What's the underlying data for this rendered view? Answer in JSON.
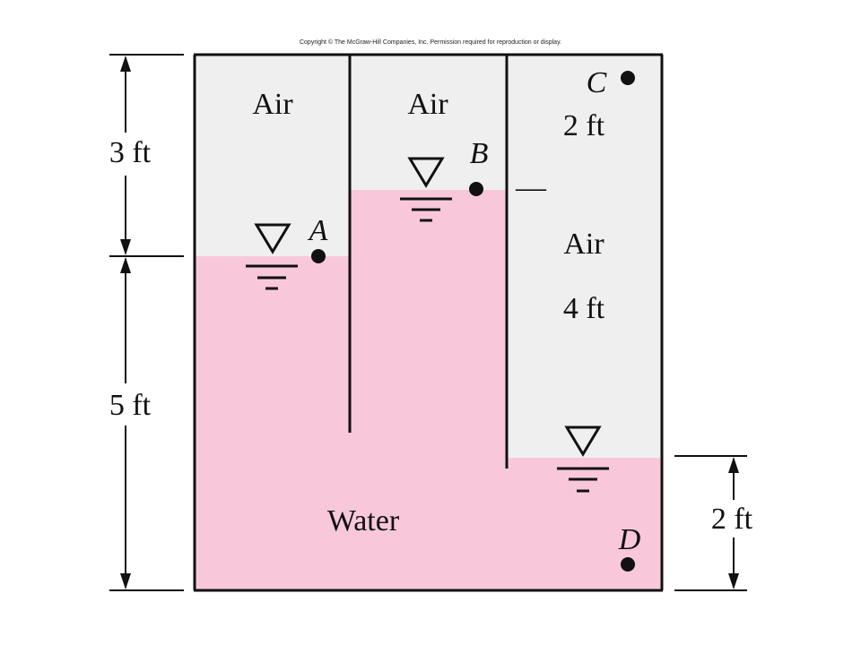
{
  "copyright": "Copyright © The McGraw-Hill Companies, Inc. Permission required for reproduction or display.",
  "colors": {
    "air": "#efefef",
    "water": "#f8c8da",
    "line": "#111111"
  },
  "labels": {
    "air_left": "Air",
    "air_middle": "Air",
    "air_right": "Air",
    "water": "Water",
    "dist_3ft": "3 ft",
    "dist_5ft": "5 ft",
    "dist_2ft_right": "2 ft",
    "dist_2ft_top": "2 ft",
    "dist_4ft": "4 ft",
    "dash": "—"
  },
  "points": {
    "A": "A",
    "B": "B",
    "C": "C",
    "D": "D"
  },
  "icons": [
    "water-surface-icon",
    "water-surface-icon",
    "water-surface-icon"
  ]
}
